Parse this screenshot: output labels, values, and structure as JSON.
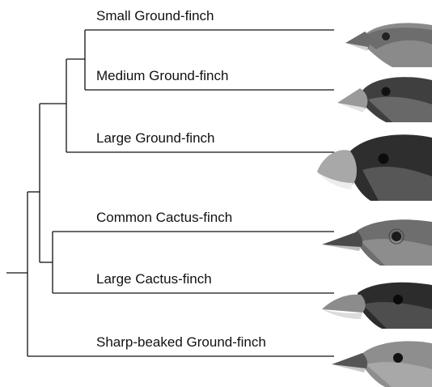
{
  "tree": {
    "taxa": [
      {
        "id": "small-ground-finch",
        "label": "Small Ground-finch"
      },
      {
        "id": "medium-ground-finch",
        "label": "Medium Ground-finch"
      },
      {
        "id": "large-ground-finch",
        "label": "Large Ground-finch"
      },
      {
        "id": "common-cactus-finch",
        "label": "Common Cactus-finch"
      },
      {
        "id": "large-cactus-finch",
        "label": "Large Cactus-finch"
      },
      {
        "id": "sharp-beaked-ground-finch",
        "label": "Sharp-beaked Ground-finch"
      }
    ]
  },
  "illustrations": [
    {
      "icon": "small-ground-finch-head-icon",
      "beak": "small"
    },
    {
      "icon": "medium-ground-finch-head-icon",
      "beak": "medium"
    },
    {
      "icon": "large-ground-finch-head-icon",
      "beak": "large"
    },
    {
      "icon": "common-cactus-finch-head-icon",
      "beak": "long-pointed"
    },
    {
      "icon": "large-cactus-finch-head-icon",
      "beak": "long-heavy"
    },
    {
      "icon": "sharp-beaked-ground-finch-head-icon",
      "beak": "sharp"
    }
  ],
  "colors": {
    "branch": "#111111",
    "label": "#111111"
  }
}
